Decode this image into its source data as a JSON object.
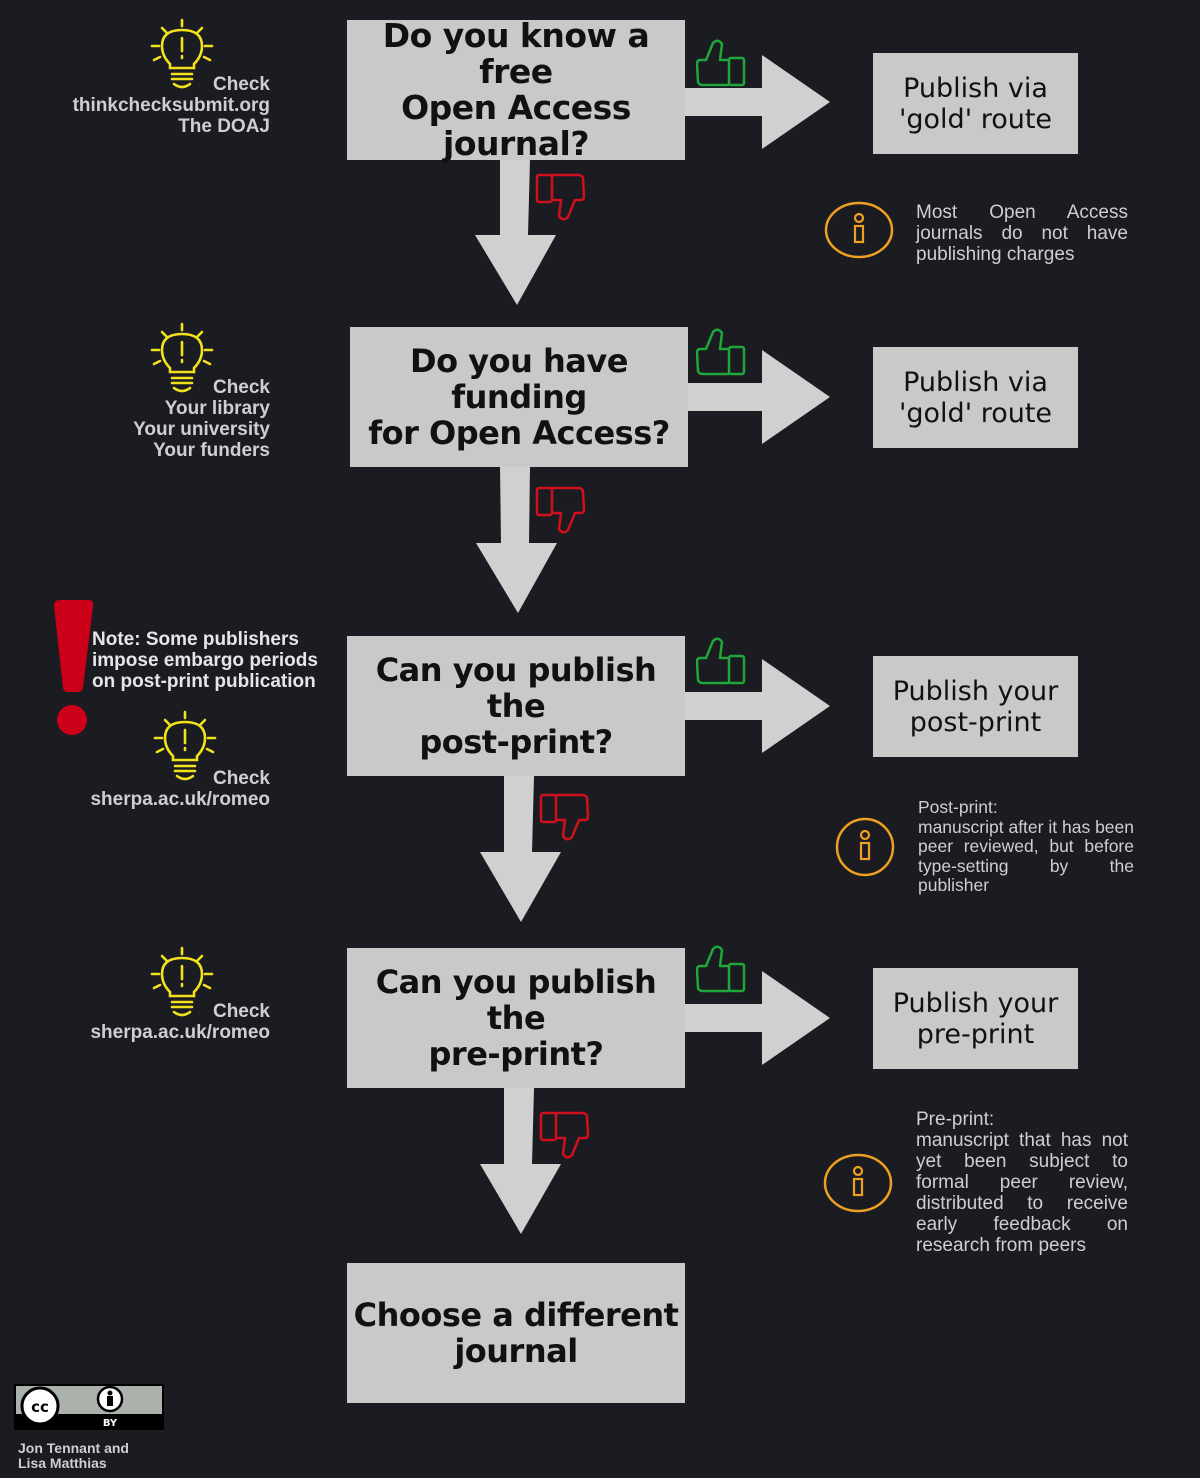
{
  "questions": [
    [
      "Do you know a free",
      "Open Access",
      "journal?"
    ],
    [
      "Do you have funding",
      "for Open Access?"
    ],
    [
      "Can you publish the",
      "post-print?"
    ],
    [
      "Can you publish the",
      "pre-print?"
    ],
    [
      "Choose a different",
      "journal"
    ]
  ],
  "results": [
    [
      "Publish via",
      "'gold' route"
    ],
    [
      "Publish via",
      "'gold' route"
    ],
    [
      "Publish your",
      "post-print"
    ],
    [
      "Publish your",
      "pre-print"
    ]
  ],
  "tips": [
    {
      "label": "Check",
      "lines": [
        "thinkchecksubmit.org",
        "The DOAJ"
      ]
    },
    {
      "label": "Check",
      "lines": [
        "Your library",
        "Your university",
        "Your funders"
      ]
    },
    {
      "label": "Check",
      "lines": [
        "sherpa.ac.uk/romeo"
      ]
    },
    {
      "label": "Check",
      "lines": [
        "sherpa.ac.uk/romeo"
      ]
    }
  ],
  "note": [
    "Note: Some publishers",
    "impose embargo periods",
    "on post-print publication"
  ],
  "info": [
    [
      "Most Open Access journals do not have publishing charges"
    ],
    [
      "Post-print:",
      "manuscript after it has been peer reviewed, but before type-setting by the publisher"
    ],
    [
      "Pre-print:",
      "manuscript that has not yet been subject to formal peer review, distributed to receive early feedback on research from peers"
    ]
  ],
  "license": {
    "cc": "cc",
    "by": "BY"
  },
  "credit": [
    "Jon Tennant and",
    "Lisa Matthias"
  ],
  "colors": {
    "background": "#1b1b22",
    "box": "#c9c9c9",
    "arrow": "#d0d0d0",
    "bulb": "#f2e21d",
    "thumb_up": "#1fa839",
    "thumb_down": "#d0101c",
    "info": "#f0a020",
    "warning": "#cc0018"
  }
}
